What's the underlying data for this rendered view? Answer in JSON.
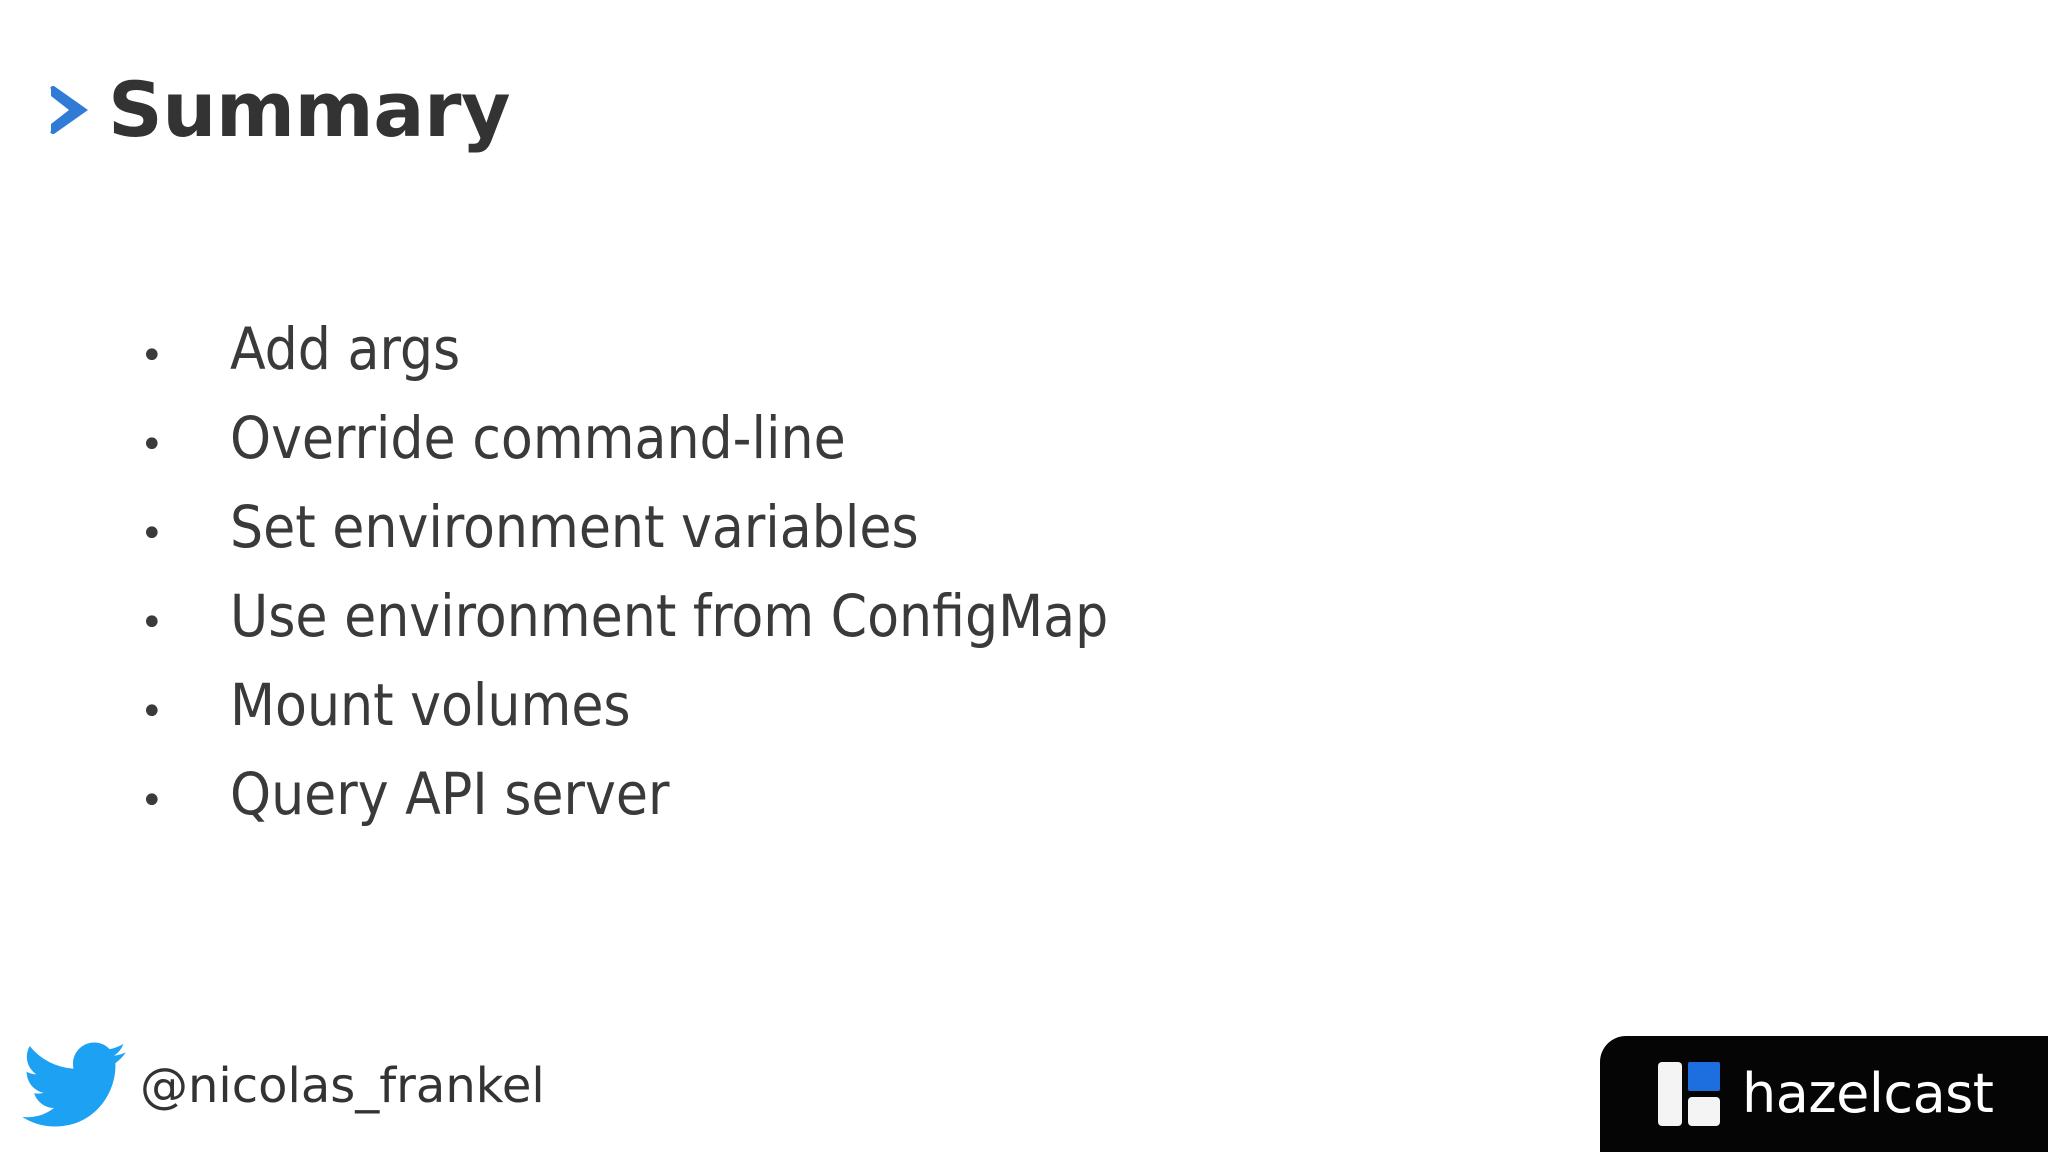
{
  "slide": {
    "title": "Summary",
    "title_marker_icon": "chevron-right-icon",
    "title_color": "#333333",
    "accent_color": "#2F7BD6",
    "background_color": "#FFFFFF",
    "body_text_color": "#3A3A3A"
  },
  "bullets": [
    {
      "marker": "•",
      "label": "Add args"
    },
    {
      "marker": "•",
      "label": "Override command-line"
    },
    {
      "marker": "•",
      "label": "Set environment variables"
    },
    {
      "marker": "•",
      "label": "Use environment from ConfigMap"
    },
    {
      "marker": "•",
      "label": "Mount volumes"
    },
    {
      "marker": "•",
      "label": "Query API server"
    }
  ],
  "footer": {
    "twitter_icon": "twitter-bird-icon",
    "twitter_icon_color": "#1DA1F2",
    "handle": "@nicolas_frankel",
    "brand": {
      "name": "hazelcast",
      "mark_icon": "hazelcast-logo-icon",
      "badge_background": "#050505",
      "mark_accent_color": "#1D6FE0",
      "mark_light_color": "#F4F4F4",
      "text_color": "#FFFFFF"
    }
  }
}
